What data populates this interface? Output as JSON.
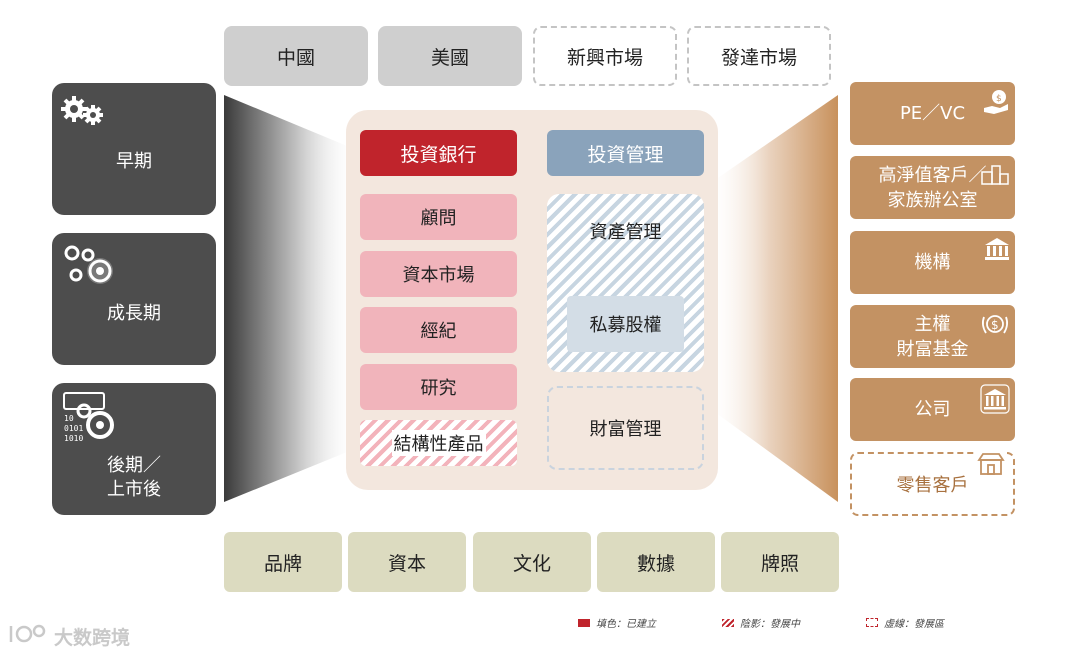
{
  "markets": [
    "中國",
    "美國",
    "新興市場",
    "發達市場"
  ],
  "stages": [
    {
      "label_lines": [
        "早期"
      ],
      "icon": "gears-small-icon"
    },
    {
      "label_lines": [
        "成長期"
      ],
      "icon": "gears-cluster-icon"
    },
    {
      "label_lines": [
        "後期／",
        "上市後"
      ],
      "icon": "gears-data-icon"
    }
  ],
  "center": {
    "ib_header": "投資銀行",
    "im_header": "投資管理",
    "ib_items": [
      "顧問",
      "資本市場",
      "經紀",
      "研究"
    ],
    "structured": "結構性產品",
    "asset_mgmt": "資產管理",
    "private_equity": "私募股權",
    "wealth_mgmt": "財富管理"
  },
  "clients": [
    {
      "label_lines": [
        "PE／VC"
      ],
      "icon": "money-hand-icon"
    },
    {
      "label_lines": [
        "高淨值客戶／",
        "家族辦公室"
      ],
      "icon": "buildings-icon"
    },
    {
      "label_lines": [
        "機構"
      ],
      "icon": "institution-icon"
    },
    {
      "label_lines": [
        "主權",
        "財富基金"
      ],
      "icon": "dollar-laurel-icon"
    },
    {
      "label_lines": [
        "公司"
      ],
      "icon": "bank-building-icon"
    },
    {
      "label_lines": [
        "零售客戶"
      ],
      "icon": "store-icon"
    }
  ],
  "capabilities": [
    "品牌",
    "資本",
    "文化",
    "數據",
    "牌照"
  ],
  "legend": {
    "filled": "填色：已建立",
    "hatched": "陰影：發展中",
    "dashed": "虛線：發展區"
  },
  "watermark": "大数跨境",
  "colors": {
    "dark_panel": "#4d4d4d",
    "ib_red": "#c0242c",
    "im_blue": "#8aa3bb",
    "pink": "#f1b4bb",
    "client_brown": "#c39263",
    "capability": "#dcdbc0",
    "center_bg": "#f3e7de"
  }
}
